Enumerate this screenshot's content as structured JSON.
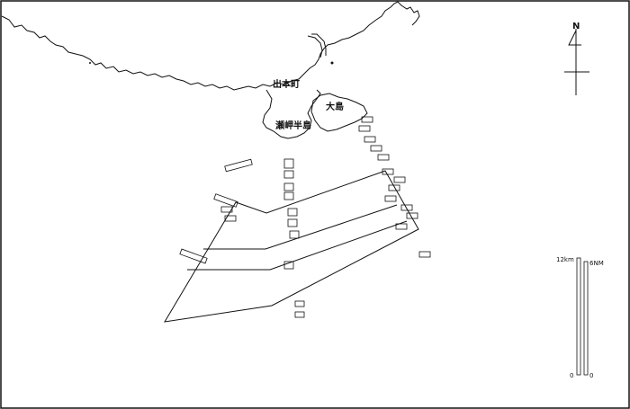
{
  "map": {
    "place_labels": {
      "town": "出本町",
      "peninsula": "瀬岬半島",
      "island": "大島"
    },
    "compass": {
      "label": "N"
    },
    "scale_bar": {
      "km_top": "12km",
      "km_bottom": "0",
      "nm_top": "6NM",
      "nm_bottom": "0"
    },
    "colors": {
      "ink": "#111111",
      "paper": "#ffffff"
    }
  }
}
